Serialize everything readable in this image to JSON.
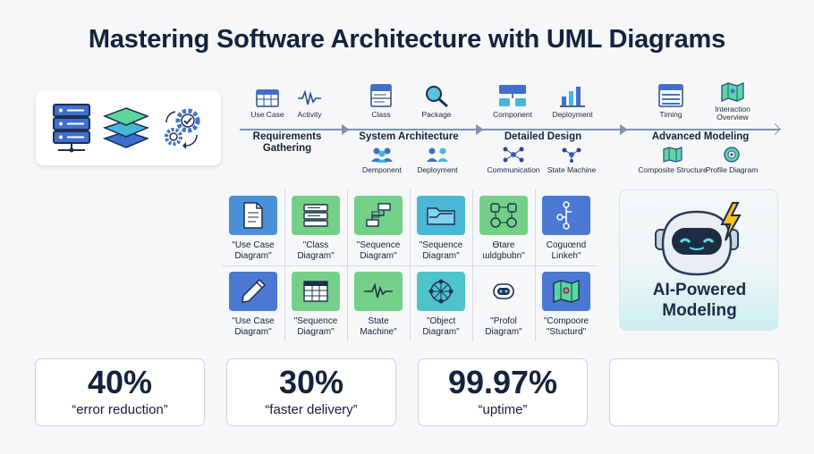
{
  "title": "Mastering Software Architecture with UML Diagrams",
  "timeline": {
    "stages": [
      {
        "label": "Requirements\nGathering",
        "top": [
          "Use Case",
          "Activity"
        ],
        "bottom": []
      },
      {
        "label": "System Architecture",
        "top": [
          "Class",
          "Package"
        ],
        "bottom": [
          "Demponent",
          "Deployment"
        ]
      },
      {
        "label": "Detailed Design",
        "top": [
          "Component",
          "Deployment"
        ],
        "bottom": [
          "Communication",
          "State Machine"
        ]
      },
      {
        "label": "Advanced Modeling",
        "top": [
          "Timing",
          "Interaction\nOverview"
        ],
        "bottom": [
          "Composite Structure",
          "Profile Diagram"
        ]
      }
    ]
  },
  "diagrams": [
    {
      "label": "\"Use Case\nDiagram\"",
      "color": "#4a90d9",
      "icon": "document-icon"
    },
    {
      "label": "\"Class\nDiagram\"",
      "color": "#74d087",
      "icon": "class-icon"
    },
    {
      "label": "\"Sequence\nDiagram\"",
      "color": "#74d087",
      "icon": "sequence-icon"
    },
    {
      "label": "\"Sequence\nDiagram\"",
      "color": "#4ab7d6",
      "icon": "folder-icon"
    },
    {
      "label": "Ɵtare\nɯldgbubn\"",
      "color": "#74d087",
      "icon": "state-icon"
    },
    {
      "label": "Coguœnd\nLinkeh\"",
      "color": "#4a78d2",
      "icon": "tree-icon"
    },
    {
      "label": "\"Use Case\nDiagram\"",
      "color": "#4a78d2",
      "icon": "pen-icon"
    },
    {
      "label": "\"Sequence\nDiagram\"",
      "color": "#74d087",
      "icon": "table-icon"
    },
    {
      "label": "State\nMachine\"",
      "color": "#74d087",
      "icon": "waveform-icon"
    },
    {
      "label": "\"Object\nDiagram\"",
      "color": "#4ec3c9",
      "icon": "network-icon"
    },
    {
      "label": "\"Profol\nDiagram\"",
      "color": "#ffffff",
      "icon": "robot-icon"
    },
    {
      "label": "\"Compoore\n\"Stucturd\"",
      "color": "#4a78d2",
      "icon": "map-icon"
    }
  ],
  "ai": {
    "label": "AI-Powered\nModeling"
  },
  "stats": [
    {
      "value": "40%",
      "caption": "“error reduction”"
    },
    {
      "value": "30%",
      "caption": "“faster delivery”"
    },
    {
      "value": "99.97%",
      "caption": "“uptime”"
    },
    {
      "value": "",
      "caption": ""
    }
  ]
}
